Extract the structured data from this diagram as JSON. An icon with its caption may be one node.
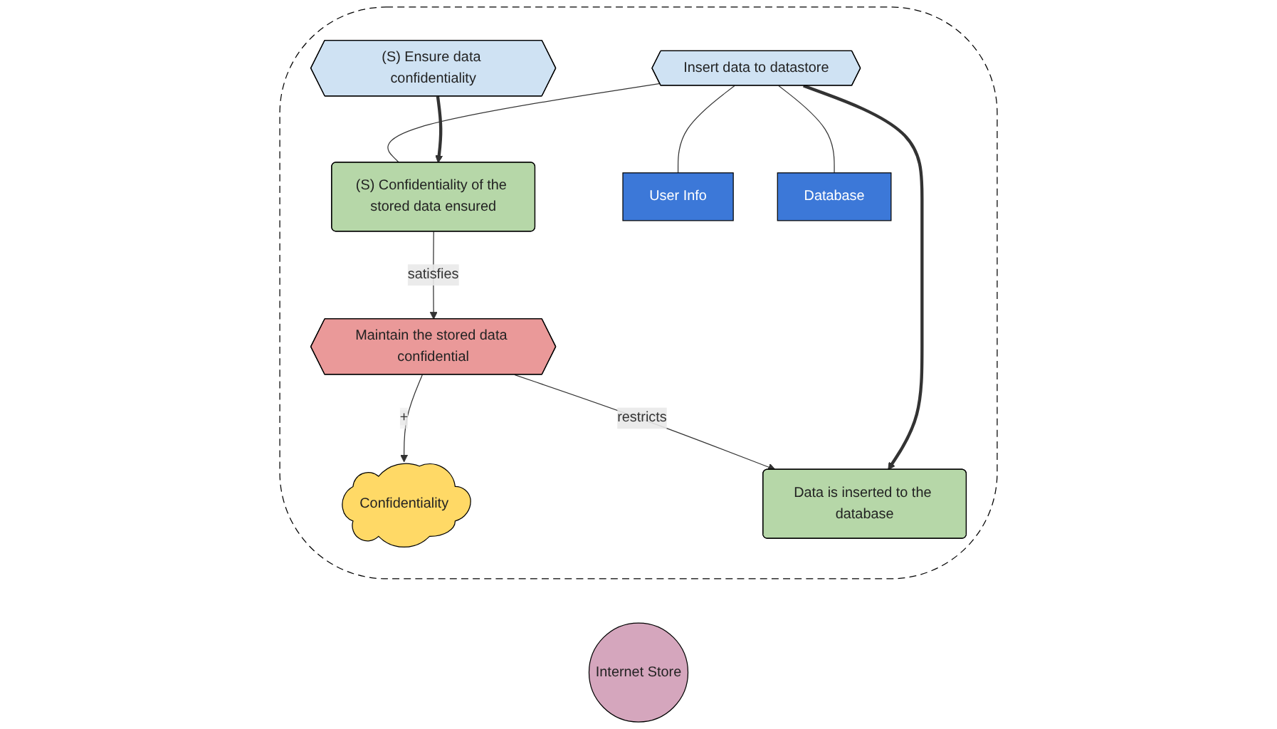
{
  "diagram": {
    "nodes": [
      {
        "text": [
          "Internet Store"
        ]
      },
      {
        "text": [],
        "shape": "ellipse"
      },
      {
        "text": [
          "Confidentiality"
        ],
        "in": 1
      },
      {
        "text": [
          "Insert data to datastore"
        ],
        "in": 1
      },
      {
        "text": [
          "Maintain the stored data confidential"
        ],
        "in": 1
      },
      {
        "text": [
          "Data is inserted to the database"
        ],
        "in": 1
      },
      {
        "text": [
          "Database"
        ],
        "in": 1
      },
      {
        "text": [
          "User Info"
        ],
        "in": 1
      },
      {
        "text": [
          "(S) Confidentiality of the stored data ensured"
        ],
        "in": 1
      },
      {
        "text": [
          "(S) Ensure data confidentiality"
        ],
        "in": 1
      }
    ],
    "edges": [
      {
        "from": 4,
        "to": 2,
        "arrow": "to",
        "label": "+"
      },
      {
        "from": 4,
        "to": 5,
        "arrow": "to",
        "label": "restricts"
      },
      {
        "from": 8,
        "to": 4,
        "arrow": "to",
        "label": "satisfies"
      },
      {
        "from": 3,
        "to": 5,
        "arrow": "to",
        "style": "thick"
      },
      {
        "from": 3,
        "to": 8,
        "arrow": "none"
      },
      {
        "from": 3,
        "to": 7,
        "arrow": "none"
      },
      {
        "from": 3,
        "to": 6,
        "arrow": "none"
      },
      {
        "from": 9,
        "to": 8,
        "arrow": "to",
        "style": "thick"
      }
    ]
  }
}
